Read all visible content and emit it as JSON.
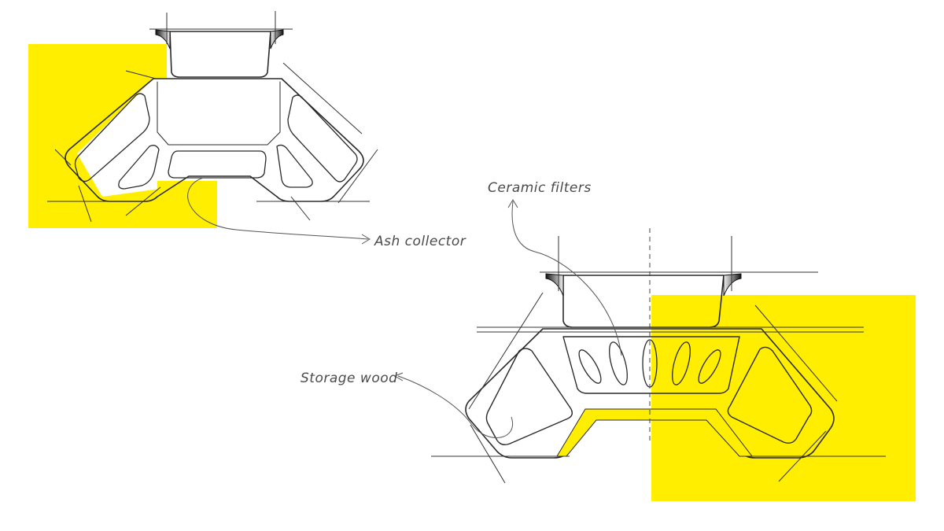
{
  "colors": {
    "accent": "#ffee00",
    "ink": "#2a2a2a",
    "label": "#4a4a4a",
    "background": "#ffffff"
  },
  "annotations": {
    "ash_collector": "Ash collector",
    "ceramic_filters": "Ceramic filters",
    "storage_wood": "Storage wood"
  }
}
